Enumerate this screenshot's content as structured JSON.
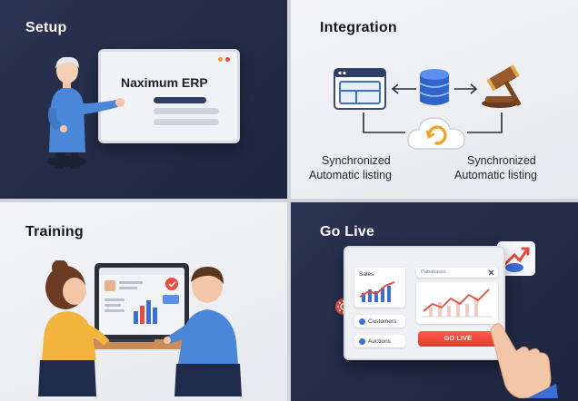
{
  "panels": {
    "setup": {
      "title": "Setup",
      "brand": "Naximum ERP"
    },
    "integration": {
      "title": "Integration",
      "left_label": "Synchronized\nAutomatic listing",
      "right_label": "Synchronized\nAutomatic listing"
    },
    "training": {
      "title": "Training"
    },
    "go_live": {
      "title": "Go Live",
      "sales_label": "Sales",
      "search_placeholder": "Dababases",
      "customers_label": "Customers",
      "auctions_label": "Auctions",
      "go_live_button": "GO LIVE"
    }
  },
  "icons": [
    "presenter-person",
    "browser-window-icon",
    "database-icon",
    "gavel-icon",
    "cloud-sync-icon",
    "monitor-icon",
    "close-icon",
    "rocket-chart-icon",
    "settings-icon"
  ],
  "colors": {
    "dark_bg": "#262e4b",
    "light_bg": "#eef0f4",
    "accent_blue": "#3b6fd6",
    "accent_red": "#e84a3e",
    "accent_orange": "#f0a22b"
  }
}
